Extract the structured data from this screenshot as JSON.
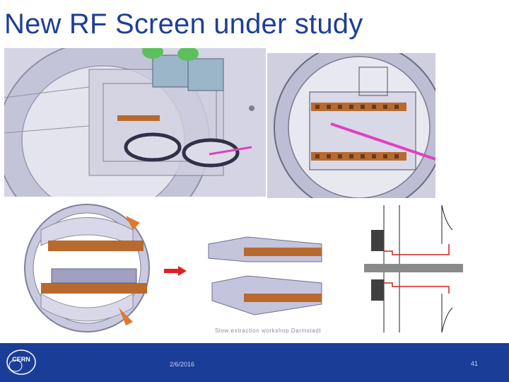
{
  "slide": {
    "title": "New RF Screen under study",
    "caption": "Slow extraction workshop Darmstadt",
    "footer": {
      "logo_text": "CERN",
      "date": "2/6/2016",
      "page_number": "41"
    }
  },
  "colors": {
    "title": "#1f3f95",
    "footer_bg": "#1a3e97",
    "bracket": "#b86a2e",
    "frame": "#c9c9e0",
    "arrow": "#e02020",
    "wire": "#e040c0"
  },
  "icons": [
    "cern-logo-icon",
    "right-arrow-icon"
  ]
}
